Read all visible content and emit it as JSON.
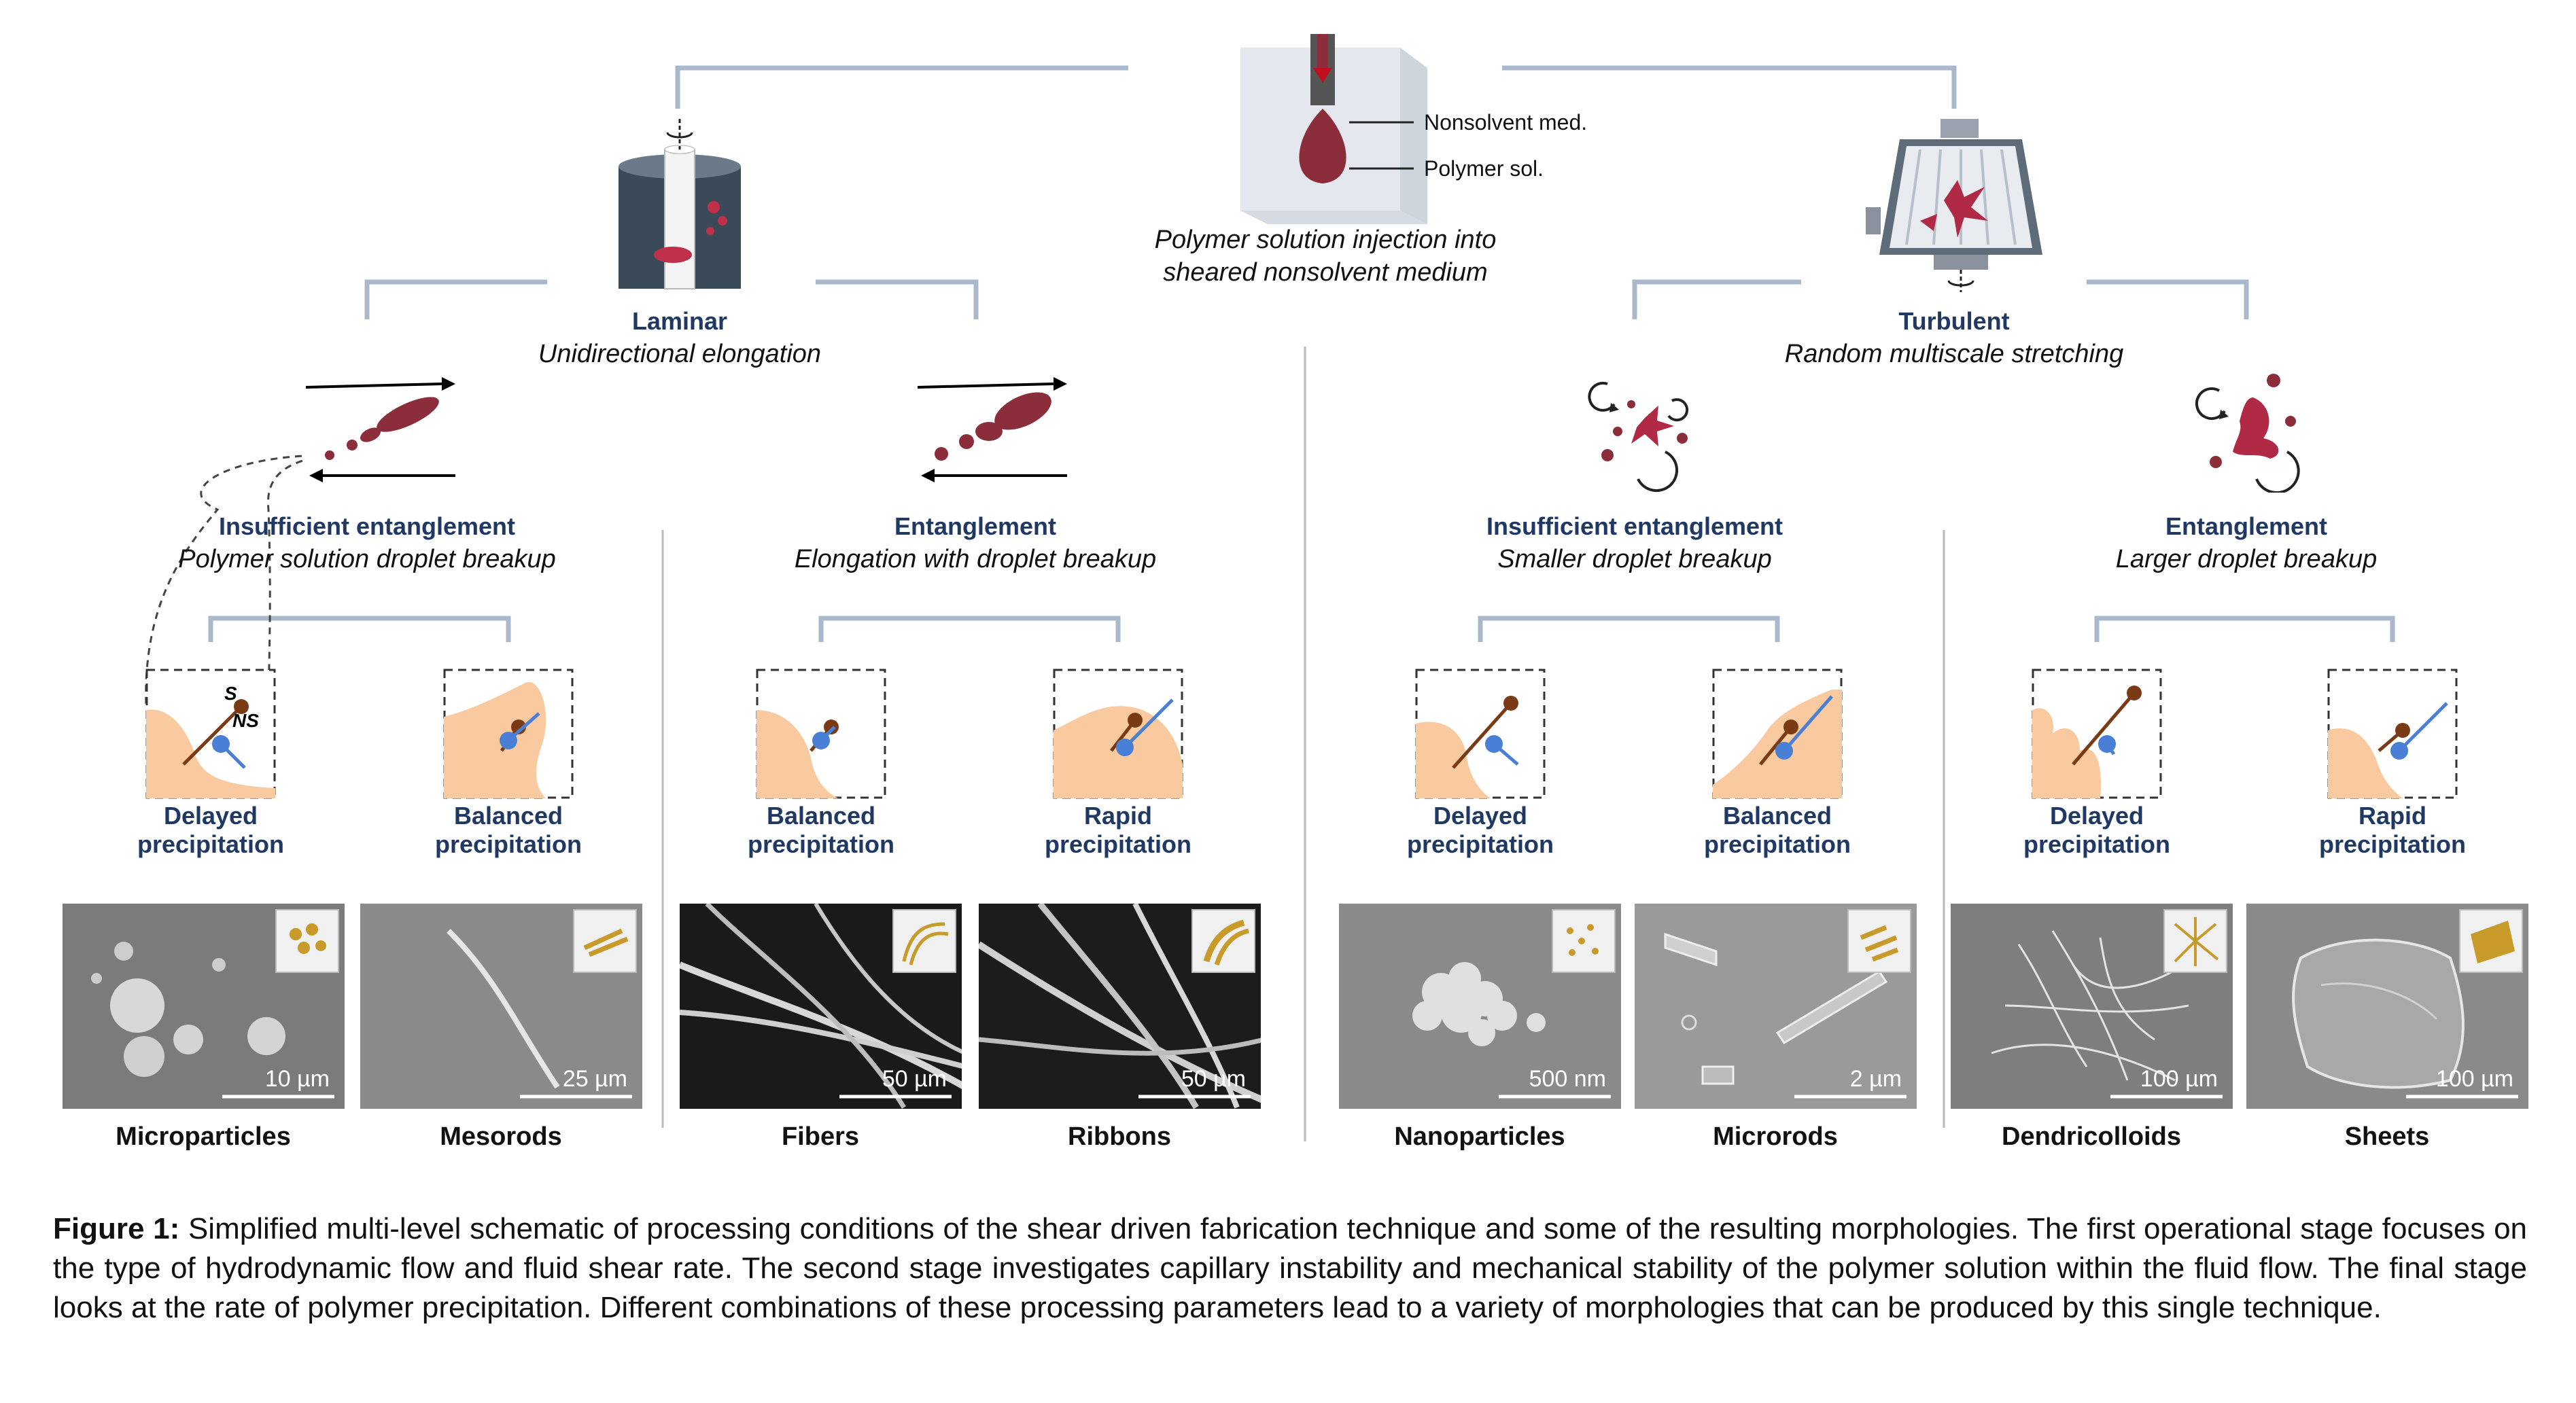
{
  "top": {
    "injection_caption": [
      "Polymer solution injection into",
      "sheared nonsolvent medium"
    ],
    "legend_nonsolvent": "Nonsolvent med.",
    "legend_polymer": "Polymer sol."
  },
  "flows": {
    "laminar": {
      "title": "Laminar",
      "subtitle": "Unidirectional elongation"
    },
    "turbulent": {
      "title": "Turbulent",
      "subtitle": "Random multiscale stretching"
    }
  },
  "stages": {
    "lam_insuff": {
      "title": "Insufficient entanglement",
      "subtitle": "Polymer solution droplet breakup"
    },
    "lam_ent": {
      "title": "Entanglement",
      "subtitle": "Elongation with droplet breakup"
    },
    "turb_insuff": {
      "title": "Insufficient entanglement",
      "subtitle": "Smaller droplet breakup"
    },
    "turb_ent": {
      "title": "Entanglement",
      "subtitle": "Larger droplet breakup"
    }
  },
  "interface_labels": {
    "s": "S",
    "ns": "NS"
  },
  "precipitation": [
    {
      "line1": "Delayed",
      "line2": "precipitation"
    },
    {
      "line1": "Balanced",
      "line2": "precipitation"
    },
    {
      "line1": "Balanced",
      "line2": "precipitation"
    },
    {
      "line1": "Rapid",
      "line2": "precipitation"
    },
    {
      "line1": "Delayed",
      "line2": "precipitation"
    },
    {
      "line1": "Balanced",
      "line2": "precipitation"
    },
    {
      "line1": "Delayed",
      "line2": "precipitation"
    },
    {
      "line1": "Rapid",
      "line2": "precipitation"
    }
  ],
  "morphologies": [
    {
      "name": "Microparticles",
      "scale": "10 µm"
    },
    {
      "name": "Mesorods",
      "scale": "25 µm"
    },
    {
      "name": "Fibers",
      "scale": "50 µm"
    },
    {
      "name": "Ribbons",
      "scale": "50 µm"
    },
    {
      "name": "Nanoparticles",
      "scale": "500 nm"
    },
    {
      "name": "Microrods",
      "scale": "2 µm"
    },
    {
      "name": "Dendricolloids",
      "scale": "100 µm"
    },
    {
      "name": "Sheets",
      "scale": "100 µm"
    }
  ],
  "caption": {
    "label": "Figure 1:",
    "text": "Simplified multi-level schematic of processing conditions of the shear driven fabrication technique and some of the resulting morphologies. The first operational stage focuses on the type of hydrodynamic flow and fluid shear rate. The second stage investigates capillary instability and mechanical stability of the polymer solution within the fluid flow. The final stage looks at the rate of polymer precipitation. Different combinations of these processing parameters lead to a variety of morphologies that can be produced by this single technique."
  },
  "colors": {
    "connector": "#aab8cc",
    "label_blue": "#1f3864",
    "droplet": "#8b2d3a",
    "interface": "#f9c9a0",
    "arrow_blue": "#4a7fd6",
    "arrow_brown": "#7a3b14"
  }
}
